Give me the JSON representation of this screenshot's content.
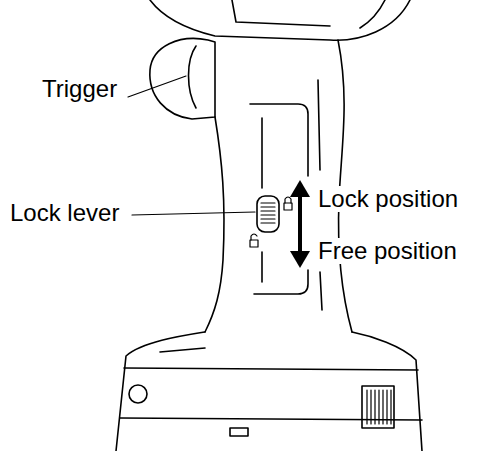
{
  "diagram": {
    "labels": [
      "Trigger",
      "Lock lever",
      "Lock position",
      "Free position"
    ]
  }
}
